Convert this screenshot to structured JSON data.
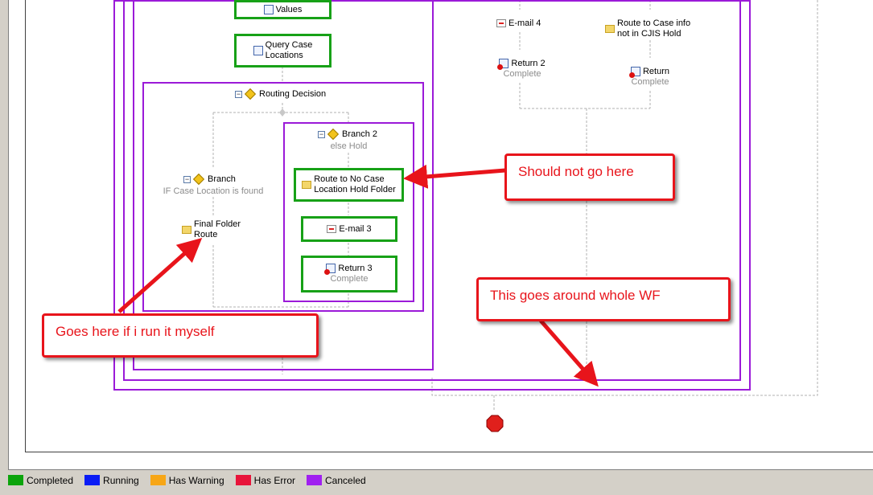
{
  "workflow": {
    "nodes": {
      "assign_hold_values": "Values",
      "query_case_locations": "Query Case\nLocations",
      "routing_decision": "Routing Decision",
      "branch2": {
        "title": "Branch 2",
        "subtitle": "else Hold"
      },
      "branch": {
        "title": "Branch",
        "subtitle": "IF Case Location is found"
      },
      "route_no_case": "Route to No Case\nLocation Hold Folder",
      "email3": "E-mail 3",
      "return3": {
        "title": "Return 3",
        "status": "Complete"
      },
      "final_folder_route": "Final Folder\nRoute",
      "email4": "E-mail 4",
      "route_case_info": "Route to Case info\nnot in CJIS Hold",
      "return2": {
        "title": "Return 2",
        "status": "Complete"
      },
      "return": {
        "title": "Return",
        "status": "Complete"
      }
    }
  },
  "callouts": {
    "should_not": "Should not go here",
    "goes_here": "Goes here if i run it myself",
    "around_wf": "This goes around whole WF"
  },
  "legend": [
    {
      "label": "Completed",
      "color": "#0ca40c"
    },
    {
      "label": "Running",
      "color": "#0a1cf5"
    },
    {
      "label": "Has Warning",
      "color": "#f7a616"
    },
    {
      "label": "Has Error",
      "color": "#e8143a"
    },
    {
      "label": "Canceled",
      "color": "#a020f0"
    }
  ],
  "colors": {
    "completed_border": "#17a117",
    "canceled_border": "#9b1ad8",
    "callout_red": "#e8141b"
  }
}
